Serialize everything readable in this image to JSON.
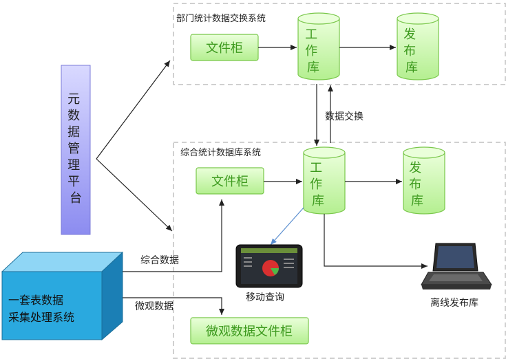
{
  "groups": {
    "dept": {
      "title": "部门统计数据交换系统"
    },
    "comp": {
      "title": "综合统计数据库系统"
    }
  },
  "platform": {
    "chars": [
      "元",
      "数",
      "据",
      "管",
      "理",
      "平",
      "台"
    ]
  },
  "dept_cabinet": {
    "label": "文件柜"
  },
  "dept_work_db": {
    "chars": [
      "工",
      "作",
      "库"
    ]
  },
  "dept_pub_db": {
    "chars": [
      "发",
      "布",
      "库"
    ]
  },
  "exchange": {
    "label": "数据交换"
  },
  "comp_cabinet": {
    "label": "文件柜"
  },
  "comp_work_db": {
    "chars": [
      "工",
      "作",
      "库"
    ]
  },
  "comp_pub_db": {
    "chars": [
      "发",
      "布",
      "库"
    ]
  },
  "micro_cabinet": {
    "label": "微观数据文件柜"
  },
  "collector": {
    "line1": "一套表数据",
    "line2": "采集处理系统"
  },
  "edges": {
    "comprehensive": "综合数据",
    "micro": "微观数据"
  },
  "mobile": {
    "label": "移动查询"
  },
  "laptop": {
    "label": "离线发布库"
  },
  "colors": {
    "green_fill_top": "#eaffda",
    "green_fill_bottom": "#b4ef90",
    "green_stroke": "#79c74a",
    "green_text": "#3d9a1e",
    "blue_front": "#2aa9df",
    "blue_top": "#8fd6f5",
    "blue_side": "#1b7fb5",
    "purple_top": "#d9d9ff",
    "purple_bottom": "#8c8cf0",
    "dash": "#d0d0d0"
  }
}
